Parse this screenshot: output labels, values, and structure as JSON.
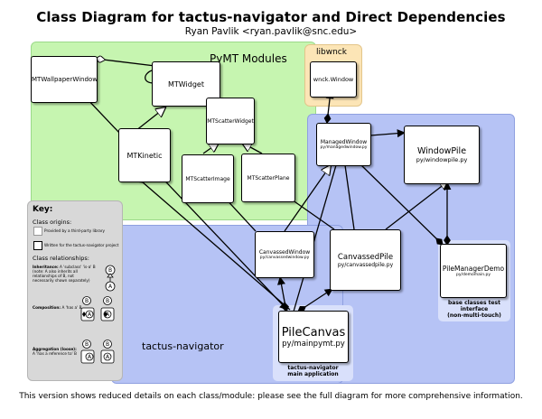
{
  "header": {
    "title": "Class Diagram for tactus-navigator and Direct Dependencies",
    "subtitle": "Ryan Pavlik <ryan.pavlik@snc.edu>"
  },
  "regions": {
    "pymt": "PyMT Modules",
    "libwnck": "libwnck",
    "tactus": "tactus-navigator"
  },
  "classes": {
    "mtwallpaperwindow": {
      "name": "MTWallpaperWindow"
    },
    "mtwidget": {
      "name": "MTWidget"
    },
    "mtkinetic": {
      "name": "MTKinetic"
    },
    "mtscatterwidget": {
      "name": "MTScatterWidget"
    },
    "mtscatterimage": {
      "name": "MTScatterImage"
    },
    "mtscatterplane": {
      "name": "MTScatterPlane"
    },
    "wnckwindow": {
      "name": "wnck.Window"
    },
    "managedwindow": {
      "name": "ManagedWindow",
      "file": "py/managedwindow.py"
    },
    "windowpile": {
      "name": "WindowPile",
      "file": "py/windowpile.py"
    },
    "canvassedwindow": {
      "name": "CanvassedWindow",
      "file": "py/canvassedwindow.py"
    },
    "canvassedpile": {
      "name": "CanvassedPile",
      "file": "py/canvassedpile.py"
    },
    "pilemanagerdemo": {
      "name": "PileManagerDemo",
      "file": "py/demomain.py"
    },
    "pilecanvas": {
      "name": "PileCanvas",
      "file": "py/mainpymt.py"
    }
  },
  "captions": {
    "demo": [
      "base classes test interface",
      "(non-multi-touch)"
    ],
    "main": [
      "tactus-navigator",
      "main application"
    ]
  },
  "key": {
    "title": "Key:",
    "origins_heading": "Class origins:",
    "origin_third_party": "Provided by a third-party library",
    "origin_project": "Written for the tactus-navigator project",
    "relationships_heading": "Class relationships:",
    "inheritance_bold": "Inheritance:",
    "inheritance_text": "A 'subclass' 'is-a' B",
    "inheritance_note": "(note: A also inherits all relationships of B, not necessarily shown separately)",
    "composition_bold": "Composition:",
    "composition_text": "A 'has a' B",
    "aggregation_bold": "Aggregation (loose):",
    "aggregation_text": "A 'has a reference to' B",
    "letter_a": "A",
    "letter_b": "B"
  },
  "footer": "This version shows reduced details on each class/module: please see the full diagram for more comprehensive information."
}
